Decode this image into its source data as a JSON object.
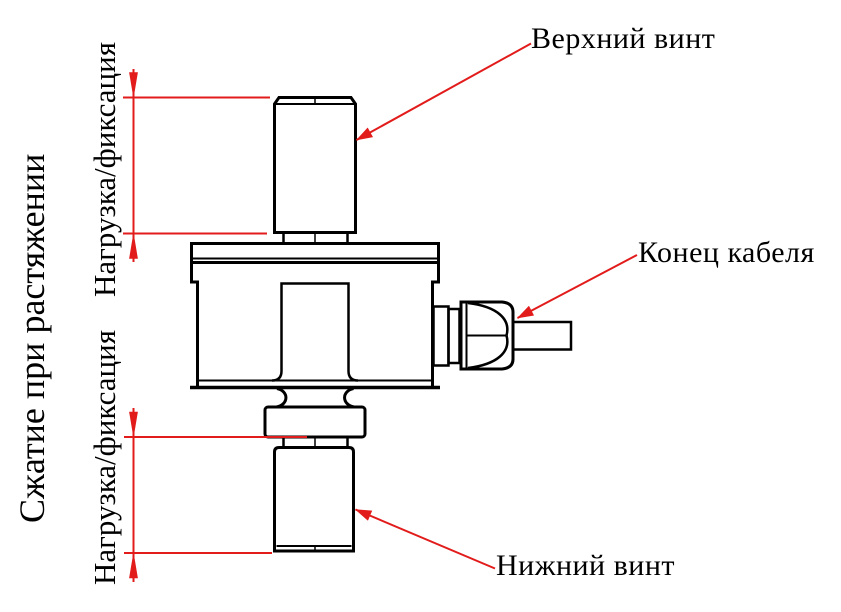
{
  "canvas": {
    "background": "#ffffff"
  },
  "colors": {
    "outline": "#000000",
    "annotation": "#e21b1b"
  },
  "labels": {
    "compression_axis": "Сжатие при растяжении",
    "load_fix_upper": "Нагрузка/фиксация",
    "load_fix_lower": "Нагрузка/фиксация",
    "upper_screw": "Верхний винт",
    "cable_end": "Конец кабеля",
    "lower_screw": "Нижний винт"
  }
}
